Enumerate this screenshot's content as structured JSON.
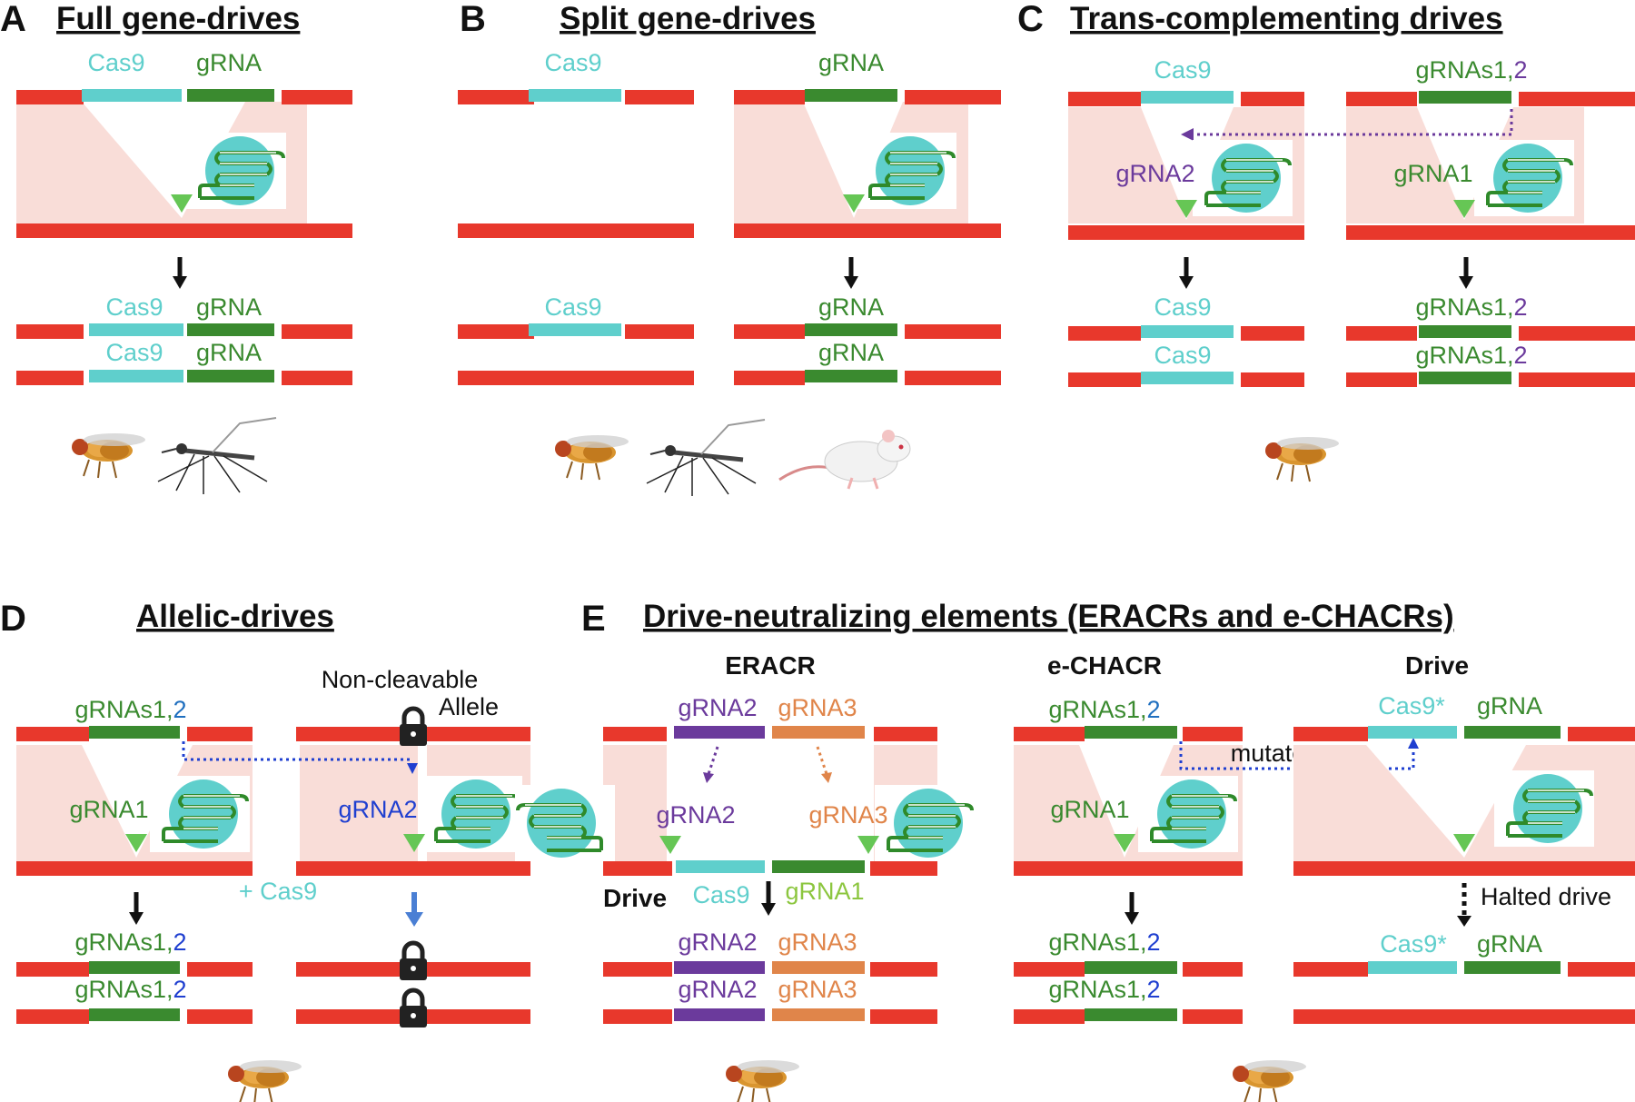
{
  "panels": {
    "A": {
      "letter": "A",
      "title": "Full gene-drives",
      "cas9": "Cas9",
      "grna": "gRNA"
    },
    "B": {
      "letter": "B",
      "title": "Split gene-drives",
      "cas9": "Cas9",
      "grna": "gRNA"
    },
    "C": {
      "letter": "C",
      "title": "Trans-complementing drives",
      "cas9": "Cas9",
      "grnas_prefix": "gRNAs1,",
      "grnas_suffix": "2",
      "grna1": "gRNA1",
      "grna2": "gRNA2"
    },
    "D": {
      "letter": "D",
      "title": "Allelic-drives",
      "grnas_prefix": "gRNAs1,",
      "grnas_suffix": "2",
      "grna1": "gRNA1",
      "grna2": "gRNA2",
      "noncleavable_line1": "Non-cleavable",
      "noncleavable_line2": "Allele",
      "plus_cas9": "+ Cas9"
    },
    "E": {
      "letter": "E",
      "title": "Drive-neutralizing elements (ERACRs and e-CHACRs)",
      "eracr": "ERACR",
      "echacr": "e-CHACR",
      "drive": "Drive",
      "grna2": "gRNA2",
      "grna3": "gRNA3",
      "grna1": "gRNA1",
      "cas9": "Cas9",
      "cas9_star": "Cas9*",
      "grna": "gRNA",
      "grnas_prefix": "gRNAs1,",
      "grnas_suffix": "2",
      "drive_label": "Drive",
      "mutate": "mutate",
      "halted": "Halted drive"
    }
  },
  "colors": {
    "chromosome": "#e8382c",
    "cas9": "#5fcfcc",
    "grna": "#3a8a2f",
    "grna_light": "#8cc63f",
    "grna2": "#6b3a9c",
    "grna3": "#e0854a",
    "blue": "#1f3fd0",
    "homology": "#f9ddd8",
    "arrow": "#111111",
    "lock": "#222222"
  },
  "icons": [
    "fly-icon",
    "mosquito-icon",
    "mouse-icon",
    "cas9-complex-icon",
    "lock-icon"
  ]
}
